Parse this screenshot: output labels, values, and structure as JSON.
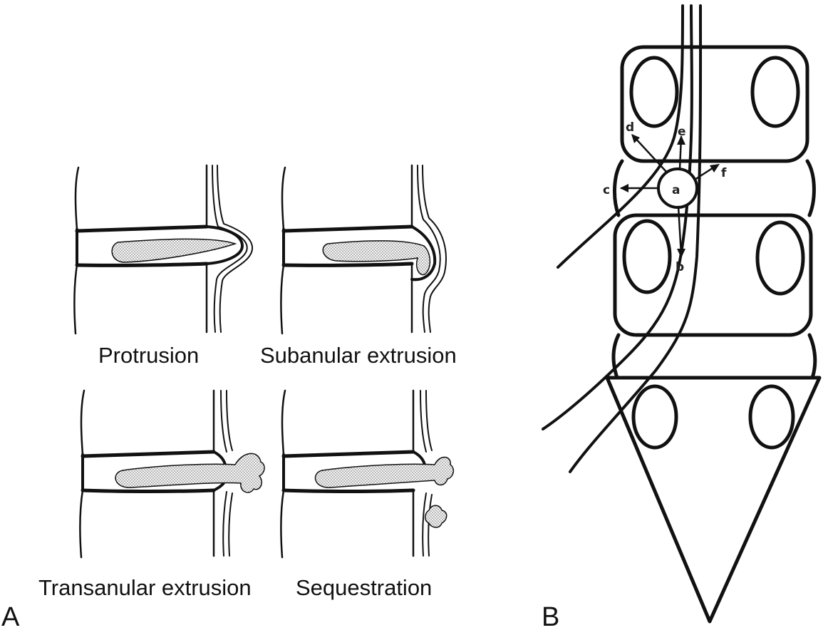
{
  "panel_a": {
    "label": "A",
    "captions": [
      "Protrusion",
      "Subanular extrusion",
      "Transanular extrusion",
      "Sequestration"
    ]
  },
  "panel_b": {
    "label": "B",
    "letters": [
      "a",
      "b",
      "c",
      "d",
      "e",
      "f"
    ]
  }
}
